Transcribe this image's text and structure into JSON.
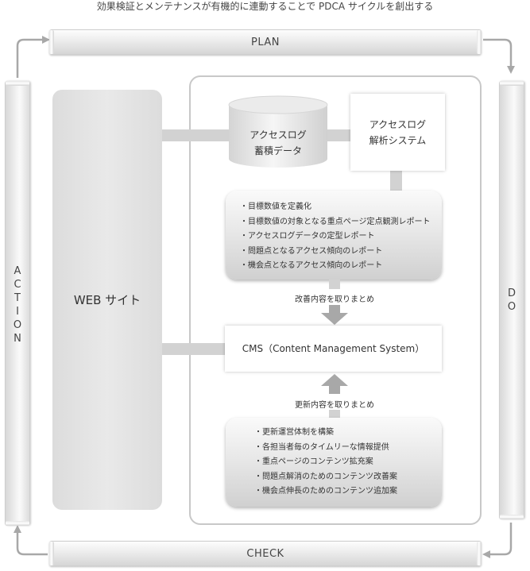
{
  "title": "効果検証とメンテナンスが有機的に連動することで PDCA サイクルを創出する",
  "cycle": {
    "plan": "PLAN",
    "do_letters": [
      "D",
      "O"
    ],
    "check": "CHECK",
    "action_letters": [
      "A",
      "C",
      "T",
      "I",
      "O",
      "N"
    ]
  },
  "web_site": "WEB サイト",
  "db": {
    "line1": "アクセスログ",
    "line2": "蓄積データ"
  },
  "analysis": {
    "line1": "アクセスログ",
    "line2": "解析システム"
  },
  "report_items": [
    "目標数値を定義化",
    "目標数値の対象となる重点ページ定点観測レポート",
    "アクセスログデータの定型レポート",
    "問題点となるアクセス傾向のレポート",
    "機会点となるアクセス傾向のレポート"
  ],
  "improve_label": "改善内容を取りまとめ",
  "cms": "CMS（Content Management System）",
  "update_label": "更新内容を取りまとめ",
  "update_items": [
    "更新運営体制を構築",
    "各担当者毎のタイムリーな情報提供",
    "重点ページのコンテンツ拡充案",
    "問題点解消のためのコンテンツ改善案",
    "機会点伸長のためのコンテンツ追加案"
  ],
  "colors": {
    "bar": "#e6e6e6",
    "connector": "#d2d2d2",
    "arrow": "#a8a8a8",
    "web_box": "#e0e0e0",
    "frame": "#c8c8c8"
  }
}
